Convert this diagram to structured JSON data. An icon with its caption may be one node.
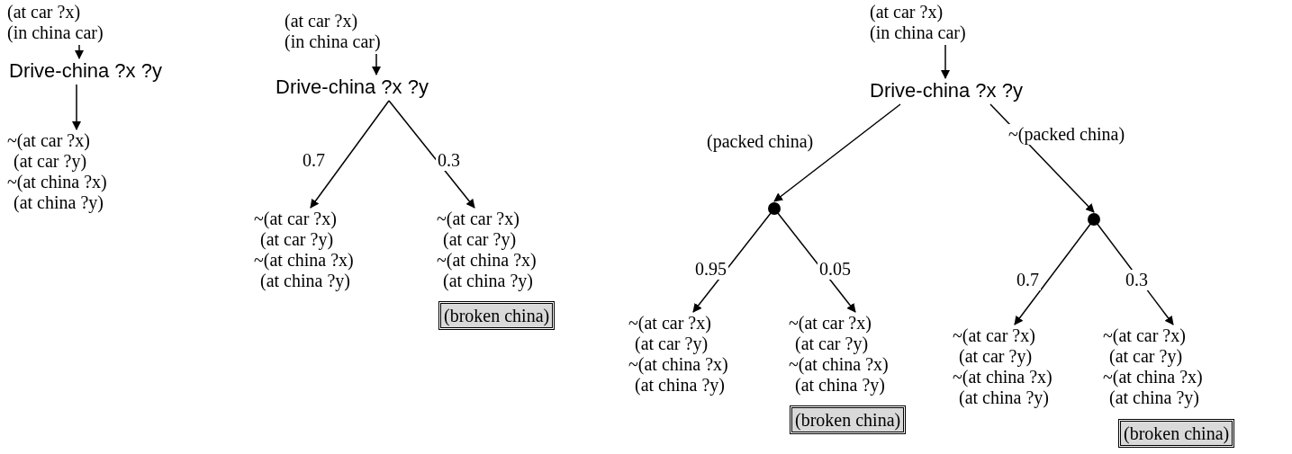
{
  "diagram": {
    "nodes": [
      {
        "text": [
          "(at car ?x)",
          "(in china car)"
        ]
      },
      {
        "text": [
          "Drive-china ?x ?y"
        ]
      },
      {
        "text": [
          "~(at car ?x)",
          "(at car ?y)",
          "~(at china ?x)",
          "(at china ?y)"
        ]
      },
      {
        "text": [
          "(at car ?x)",
          "(in china car)"
        ]
      },
      {
        "text": [
          "Drive-china ?x ?y"
        ]
      },
      {
        "text": [
          "~(at car ?x)",
          "(at car ?y)",
          "~(at china ?x)",
          "(at china ?y)"
        ]
      },
      {
        "text": [
          "~(at car ?x)",
          "(at car ?y)",
          "~(at china ?x)",
          "(at china ?y)"
        ]
      },
      {
        "text": [
          "(broken china)"
        ]
      },
      {
        "text": [
          "(at car ?x)",
          "(in china car)"
        ]
      },
      {
        "text": [
          "Drive-china ?x ?y"
        ]
      },
      {
        "text": [],
        "shape": "circle"
      },
      {
        "text": [],
        "shape": "circle"
      },
      {
        "text": [
          "~(at car ?x)",
          "(at car ?y)",
          "~(at china ?x)",
          "(at china ?y)"
        ]
      },
      {
        "text": [
          "~(at car ?x)",
          "(at car ?y)",
          "~(at china ?x)",
          "(at china ?y)"
        ]
      },
      {
        "text": [
          "(broken china)"
        ]
      },
      {
        "text": [
          "~(at car ?x)",
          "(at car ?y)",
          "~(at china ?x)",
          "(at china ?y)"
        ]
      },
      {
        "text": [
          "~(at car ?x)",
          "(at car ?y)",
          "~(at china ?x)",
          "(at china ?y)"
        ]
      },
      {
        "text": [
          "(broken china)"
        ]
      }
    ],
    "edges": [
      {
        "from": 0,
        "to": 1,
        "arrow": "to"
      },
      {
        "from": 1,
        "to": 2,
        "arrow": "to"
      },
      {
        "from": 3,
        "to": 4,
        "arrow": "to"
      },
      {
        "from": 4,
        "to": 5,
        "label": "0.7",
        "arrow": "to"
      },
      {
        "from": 4,
        "to": 6,
        "label": "0.3",
        "arrow": "to"
      },
      {
        "from": 8,
        "to": 9,
        "arrow": "to"
      },
      {
        "from": 9,
        "to": 10,
        "label": "(packed china)",
        "arrow": "to"
      },
      {
        "from": 9,
        "to": 11,
        "label": "~(packed china)",
        "arrow": "to"
      },
      {
        "from": 10,
        "to": 12,
        "label": "0.95",
        "arrow": "to"
      },
      {
        "from": 10,
        "to": 13,
        "label": "0.05",
        "arrow": "to"
      },
      {
        "from": 11,
        "to": 15,
        "label": "0.7",
        "arrow": "to"
      },
      {
        "from": 11,
        "to": 16,
        "label": "0.3",
        "arrow": "to"
      }
    ]
  }
}
